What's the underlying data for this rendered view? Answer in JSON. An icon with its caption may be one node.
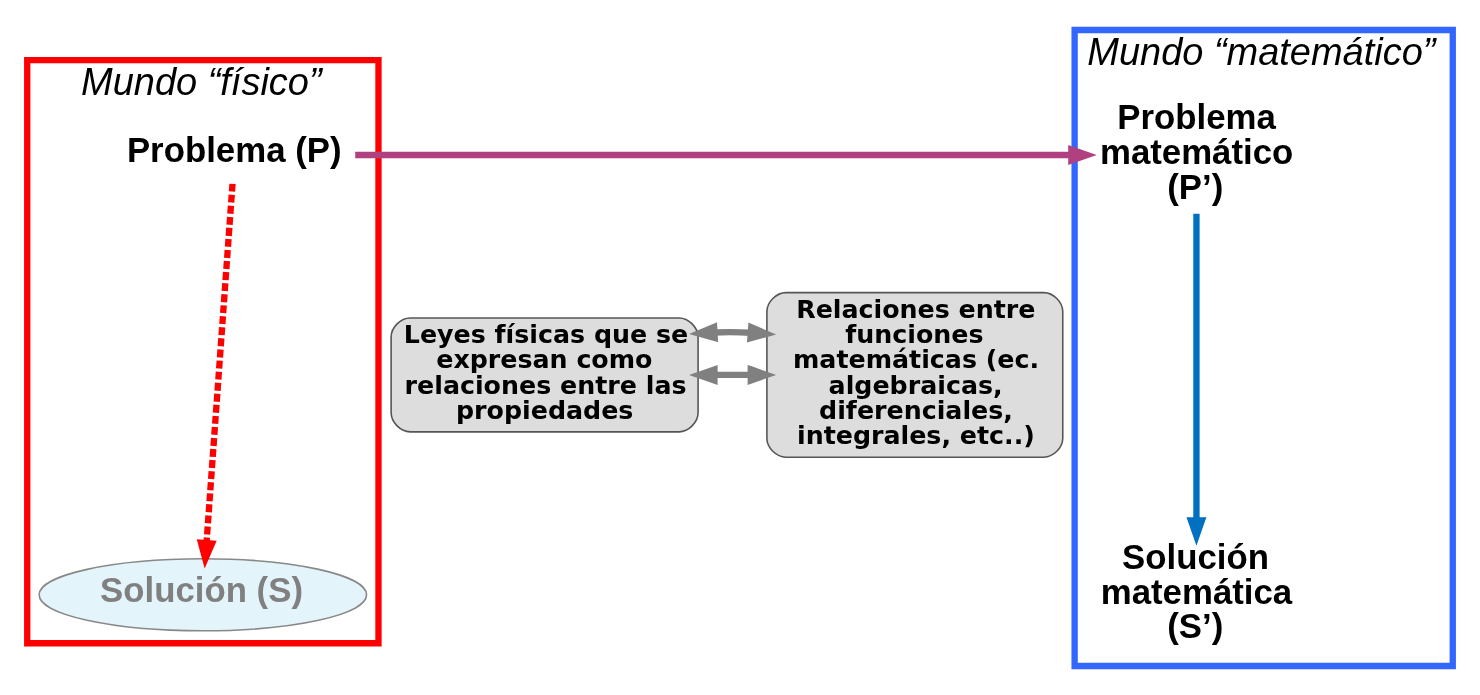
{
  "diagram": {
    "nodes": [
      {
        "text": [
          "Mundo “físico”"
        ]
      },
      {
        "text": [
          "Problema (P)"
        ],
        "in": 0
      },
      {
        "text": [
          "Solución (S)"
        ],
        "in": 0
      },
      {
        "text": [
          "Mundo “matemático”"
        ]
      },
      {
        "text": [
          "Problema matemático (P’)"
        ],
        "in": 3
      },
      {
        "text": [
          "Solución matemática (S’)"
        ],
        "in": 3
      },
      {
        "text": [
          "Leyes físicas que se expresan como relaciones entre las propiedades"
        ]
      },
      {
        "text": [
          "Relaciones entre funciones matemáticas (ec. algebraicas, diferenciales, integrales, etc..)"
        ]
      }
    ],
    "edges": [
      {
        "from": 1,
        "to": 2,
        "arrow": "to",
        "style": "dashed",
        "color": "#ff0000"
      },
      {
        "from": 1,
        "to": 4,
        "arrow": "to",
        "color": "#b04080"
      },
      {
        "from": 4,
        "to": 5,
        "arrow": "to",
        "color": "#0070c0"
      },
      {
        "from": 6,
        "to": 7,
        "arrow": "both",
        "color": "#808080"
      },
      {
        "from": 6,
        "to": 7,
        "arrow": "both",
        "color": "#808080"
      }
    ]
  }
}
